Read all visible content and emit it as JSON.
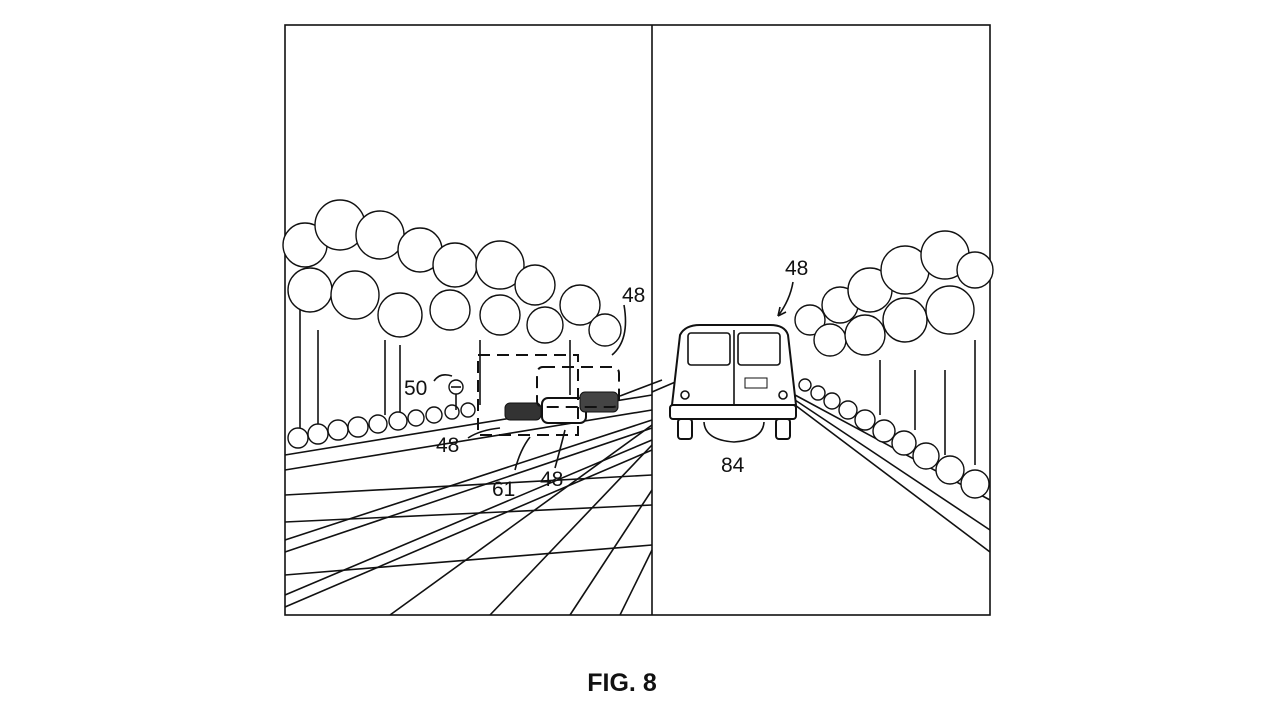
{
  "figure": {
    "caption": "FIG. 8",
    "left_panel": {
      "labels": {
        "top_right": "48",
        "sign": "50",
        "lower_left": "48",
        "box": "61",
        "lower_mid": "48"
      }
    },
    "right_panel": {
      "labels": {
        "top": "48",
        "van": "84"
      }
    }
  }
}
